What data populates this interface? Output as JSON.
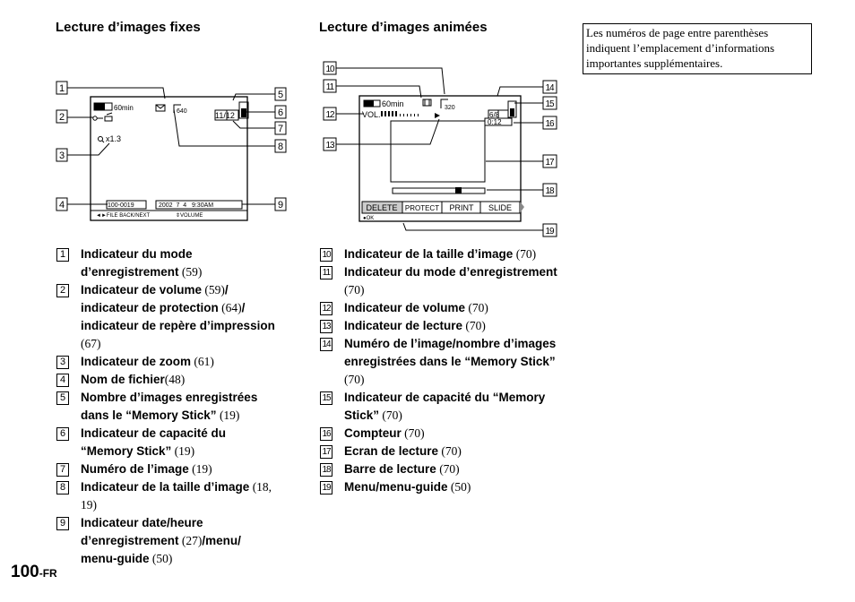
{
  "headings": {
    "still": "Lecture d’images fixes",
    "movie": "Lecture d’images animées"
  },
  "note": "Les numéros de page entre parenthèses indiquent l’emplacement d’informations importantes supplémentaires.",
  "still_screen": {
    "battery": "60min",
    "size": "640",
    "counter": "11/12",
    "zoom": "x1.3",
    "file": "100-0019",
    "date": "2002  7  4   9:30AM",
    "guide_left": "◄►FILE BACK/NEXT",
    "guide_right": "⇕VOLUME",
    "callouts": [
      "1",
      "2",
      "3",
      "4",
      "5",
      "6",
      "7",
      "8",
      "9"
    ]
  },
  "movie_screen": {
    "battery": "60min",
    "size": "320",
    "vol": "VOL.",
    "counter": "6/8",
    "time": "0:12",
    "menu": [
      "DELETE",
      "PROTECT",
      "PRINT",
      "SLIDE"
    ],
    "guide": "●OK",
    "callouts": [
      "10",
      "11",
      "12",
      "13",
      "14",
      "15",
      "16",
      "17",
      "18",
      "19"
    ]
  },
  "still_items": [
    {
      "n": "1",
      "text": "Indicateur du mode d’enregistrement",
      "ref": " (59)"
    },
    {
      "n": "2",
      "text": "Indicateur de volume",
      "ref": " (59)",
      "text2": "/ indicateur de protection",
      "ref2": " (64)",
      "text3": "/ indicateur de repère d’impression",
      "ref3": " (67)"
    },
    {
      "n": "3",
      "text": "Indicateur de zoom",
      "ref": " (61)"
    },
    {
      "n": "4",
      "text": "Nom de fichier",
      "ref": "(48)"
    },
    {
      "n": "5",
      "text": "Nombre d’images enregistrées dans le “Memory Stick”",
      "ref": " (19)"
    },
    {
      "n": "6",
      "text": "Indicateur de capacité du “Memory Stick”",
      "ref": " (19)"
    },
    {
      "n": "7",
      "text": "Numéro de l’image",
      "ref": " (19)"
    },
    {
      "n": "8",
      "text": "Indicateur de la taille d’image",
      "ref": " (18, 19)"
    },
    {
      "n": "9",
      "text": "Indicateur date/heure d’enregistrement",
      "ref": " (27)",
      "text2": "/menu/ menu-guide",
      "ref2": " (50)"
    }
  ],
  "movie_items": [
    {
      "n": "10",
      "text": "Indicateur de la taille d’image",
      "ref": " (70)"
    },
    {
      "n": "11",
      "text": "Indicateur du mode d’enregistrement",
      "ref": " (70)"
    },
    {
      "n": "12",
      "text": "Indicateur de volume",
      "ref": " (70)"
    },
    {
      "n": "13",
      "text": "Indicateur de lecture",
      "ref": " (70)"
    },
    {
      "n": "14",
      "text": "Numéro de l’image/nombre d’images enregistrées dans le “Memory Stick”",
      "ref": " (70)"
    },
    {
      "n": "15",
      "text": "Indicateur de capacité du “Memory Stick”",
      "ref": " (70)"
    },
    {
      "n": "16",
      "text": "Compteur",
      "ref": " (70)"
    },
    {
      "n": "17",
      "text": "Ecran de lecture",
      "ref": " (70)"
    },
    {
      "n": "18",
      "text": "Barre de lecture",
      "ref": " (70)"
    },
    {
      "n": "19",
      "text": "Menu/menu-guide",
      "ref": " (50)"
    }
  ],
  "page": {
    "number": "100",
    "suffix": "-FR"
  }
}
